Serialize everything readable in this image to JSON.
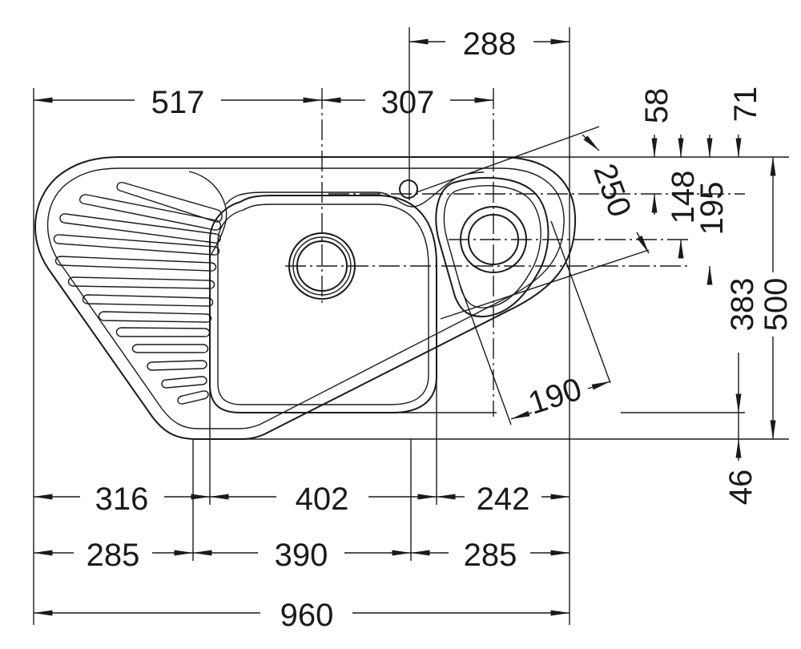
{
  "dimensions": {
    "top_right_width": "288",
    "left_to_center": "517",
    "center_to_center": "307",
    "offset_58": "58",
    "offset_71": "71",
    "depth_148": "148",
    "depth_195": "195",
    "depth_383": "383",
    "overall_depth": "500",
    "diag_250": "250",
    "diag_190": "190",
    "bottom_offset_46": "46",
    "bowl_316": "316",
    "bowl_402": "402",
    "bowl_242": "242",
    "cab_285_left": "285",
    "cab_390": "390",
    "cab_285_right": "285",
    "overall_width": "960"
  }
}
